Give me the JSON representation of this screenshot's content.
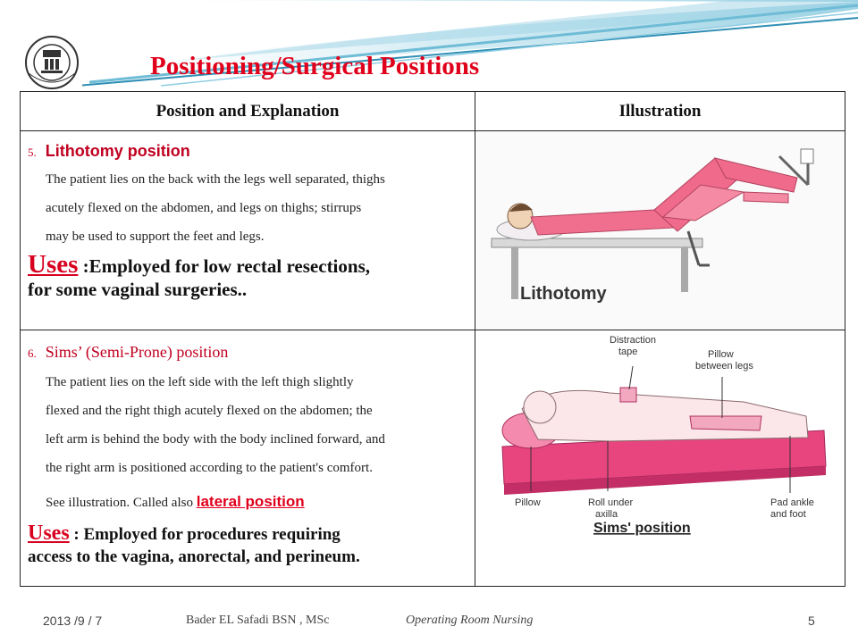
{
  "slide": {
    "title": "Positioning/Surgical Positions",
    "accent_color": "#e0001b",
    "header_icon": "university-seal-logo"
  },
  "table": {
    "headers": [
      "Position and  Explanation",
      "Illustration"
    ],
    "rows": [
      {
        "number": "5.",
        "name": "Lithotomy position",
        "description_lines": [
          "The patient lies on the back with the legs well separated, thighs",
          "acutely flexed on the abdomen, and legs on thighs; stirrups",
          "may be used to support the feet and legs."
        ],
        "uses_label": "Uses",
        "uses_text_line1": ":Employed for low rectal resections,",
        "uses_text_line2": "for some vaginal surgeries..",
        "illustration_caption": "Lithotomy"
      },
      {
        "number": "6.",
        "name": "Sims’ (Semi-Prone) position",
        "description_lines": [
          "The patient lies on the left side with the left thigh slightly",
          "flexed and the right thigh acutely flexed on the abdomen; the",
          "left arm is behind the body with the body inclined forward, and",
          "the right arm is positioned according to the patient's comfort."
        ],
        "see_text": "See illustration. Called also ",
        "see_link": "lateral position",
        "uses_label": "Uses",
        "uses_text_line1": ": Employed for procedures requiring",
        "uses_text_line2": "access to the vagina, anorectal, and perineum.",
        "illustration_caption": "Sims' position",
        "illustration_labels": {
          "distraction_tape": [
            "Distraction",
            "tape"
          ],
          "pillow_between_legs": [
            "Pillow",
            "between legs"
          ],
          "pillow": "Pillow",
          "roll_under_axilla": [
            "Roll under",
            "axilla"
          ],
          "pad_ankle_foot": [
            "Pad ankle",
            "and foot"
          ]
        }
      }
    ]
  },
  "footer": {
    "date": "2013 /9 / 7",
    "author": "Bader EL Safadi    BSN , MSc",
    "course": "Operating Room Nursing",
    "page": "5"
  }
}
